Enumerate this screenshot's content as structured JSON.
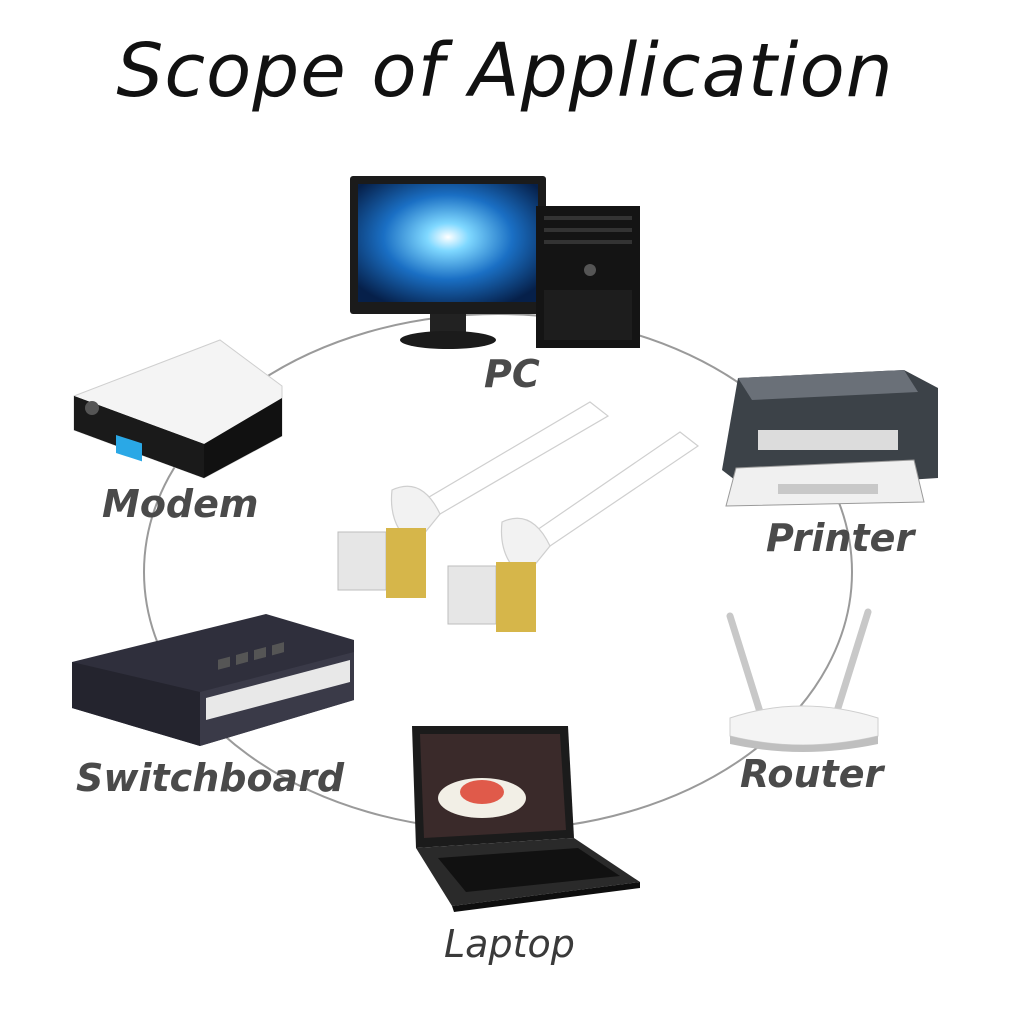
{
  "title": "Scope of Application",
  "devices": {
    "pc": "PC",
    "modem": "Modem",
    "printer": "Printer",
    "switchboard": "Switchboard",
    "router": "Router",
    "laptop": "Laptop"
  },
  "colors": {
    "ring": "#9a9a9a",
    "label": "#4a4a4a",
    "gold": "#d6b64a",
    "screen_blue": "#1aa6e6"
  }
}
